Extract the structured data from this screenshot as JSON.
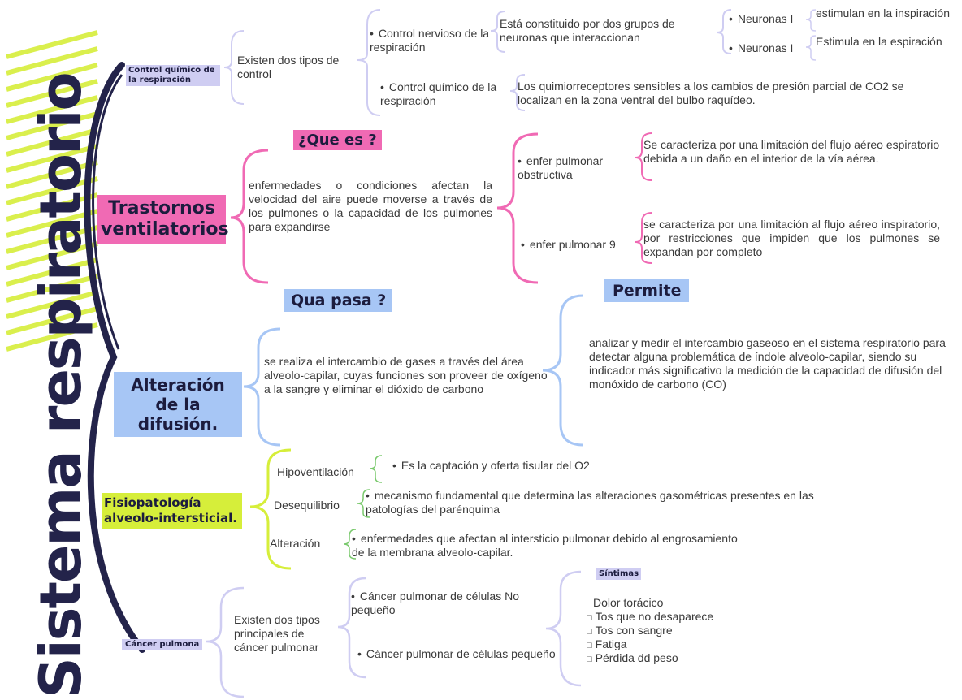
{
  "main_title": "Sistema respiratorio",
  "sections": {
    "control": {
      "tag": "Control químico de la respiración",
      "intro": "Existen dos tipos de control",
      "nervioso": {
        "label": "Control nervioso de la respiración",
        "detail": "Está constituido por dos grupos de neuronas que interaccionan",
        "neurons": [
          {
            "label": "Neuronas I",
            "desc": "estimulan en la inspiración"
          },
          {
            "label": "Neuronas I",
            "desc": "Estimula en la espiración"
          }
        ]
      },
      "quimico": {
        "label": "Control químico de la respiración",
        "detail": "Los quimiorreceptores sensibles a los cambios de presión parcial de CO2 se localizan en la zona ventral del bulbo raquídeo."
      }
    },
    "trastornos": {
      "title": "Trastornos ventilatorios",
      "question": "¿Que es ?",
      "definition": "enfermedades o condiciones afectan la velocidad del aire puede moverse a través de los pulmones o la capacidad de los pulmones para expandirse",
      "types": [
        {
          "label": "enfer pulmonar obstructiva",
          "desc": "Se caracteriza por una limitación del flujo aéreo espiratorio debida a un daño en el interior de la vía aérea."
        },
        {
          "label": "enfer pulmonar 9",
          "desc": "se caracteriza por una limitación al flujo aéreo inspiratorio, por restricciones que impiden que los pulmones se expandan por completo"
        }
      ]
    },
    "difusion": {
      "title": "Alteración de la difusión.",
      "question": "Qua pasa ?",
      "definition": "se realiza el intercambio de gases a través del área alveolo-capilar, cuyas funciones son proveer de oxígeno a la sangre y eliminar el dióxido de carbono",
      "permite_title": "Permite",
      "permite_text": "analizar y medir el intercambio gaseoso en el sistema respiratorio para detectar alguna problemática de índole alveolo-capilar, siendo su indicador más significativo la medición de la capacidad de difusión del monóxido de carbono (CO)"
    },
    "fisiopatologia": {
      "title": "Fisiopatología alveolo-intersticial.",
      "items": [
        {
          "label": "Hipoventilación",
          "desc": "Es la captación y oferta tisular del O2"
        },
        {
          "label": "Desequilibrio",
          "desc": "mecanismo fundamental que determina las alteraciones gasométricas presentes en las patologías del parénquima"
        },
        {
          "label": "Alteración",
          "desc": "enfermedades que afectan al intersticio pulmonar debido al engrosamiento de la membrana alveolo-capilar."
        }
      ]
    },
    "cancer": {
      "tag": "Cáncer pulmona",
      "intro": "Existen dos tipos principales de cáncer pulmonar",
      "types": [
        "Cáncer pulmonar de células No pequeño",
        "Cáncer pulmonar de células pequeño"
      ],
      "symptoms_tag": "Síntimas",
      "symptoms": [
        "Dolor torácico",
        "Tos que no desaparece",
        "Tos con sangre",
        "Fatiga",
        "Pérdida dd peso"
      ]
    }
  },
  "colors": {
    "navy": "#23234a",
    "pink": "#f06ab4",
    "blue_box": "#a7c6f5",
    "lime": "#d6ee3a",
    "lavender": "#cfcdf2",
    "green_brace": "#7ac96d"
  }
}
